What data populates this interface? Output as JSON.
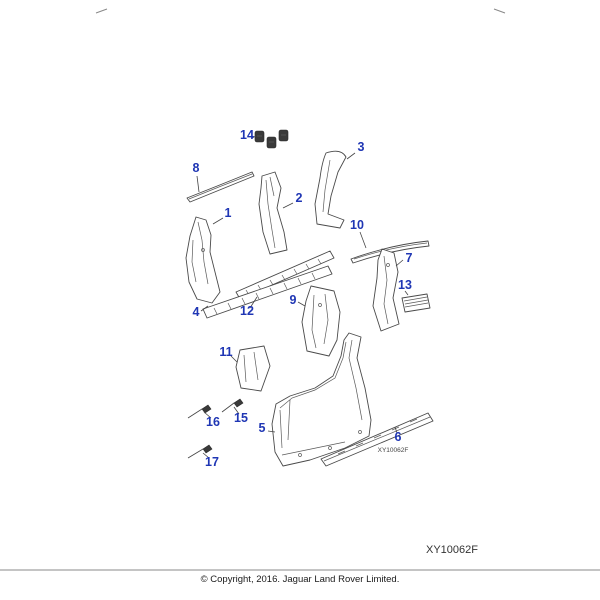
{
  "diagram": {
    "drawing_code": "XY10062F",
    "line_color": "#4a4a4a",
    "callout_color": "#1f36b4",
    "description": "Exploded parts diagram of vehicle body side panels, pillars, sills and fasteners"
  },
  "footer": {
    "copyright": "© Copyright, 2016. Jaguar Land Rover Limited."
  },
  "callouts": [
    {
      "label": "1"
    },
    {
      "label": "2"
    },
    {
      "label": "3"
    },
    {
      "label": "4"
    },
    {
      "label": "5"
    },
    {
      "label": "6"
    },
    {
      "label": "7"
    },
    {
      "label": "8"
    },
    {
      "label": "9"
    },
    {
      "label": "10"
    },
    {
      "label": "11"
    },
    {
      "label": "12"
    },
    {
      "label": "13"
    },
    {
      "label": "14"
    },
    {
      "label": "15"
    },
    {
      "label": "16"
    },
    {
      "label": "17"
    }
  ]
}
